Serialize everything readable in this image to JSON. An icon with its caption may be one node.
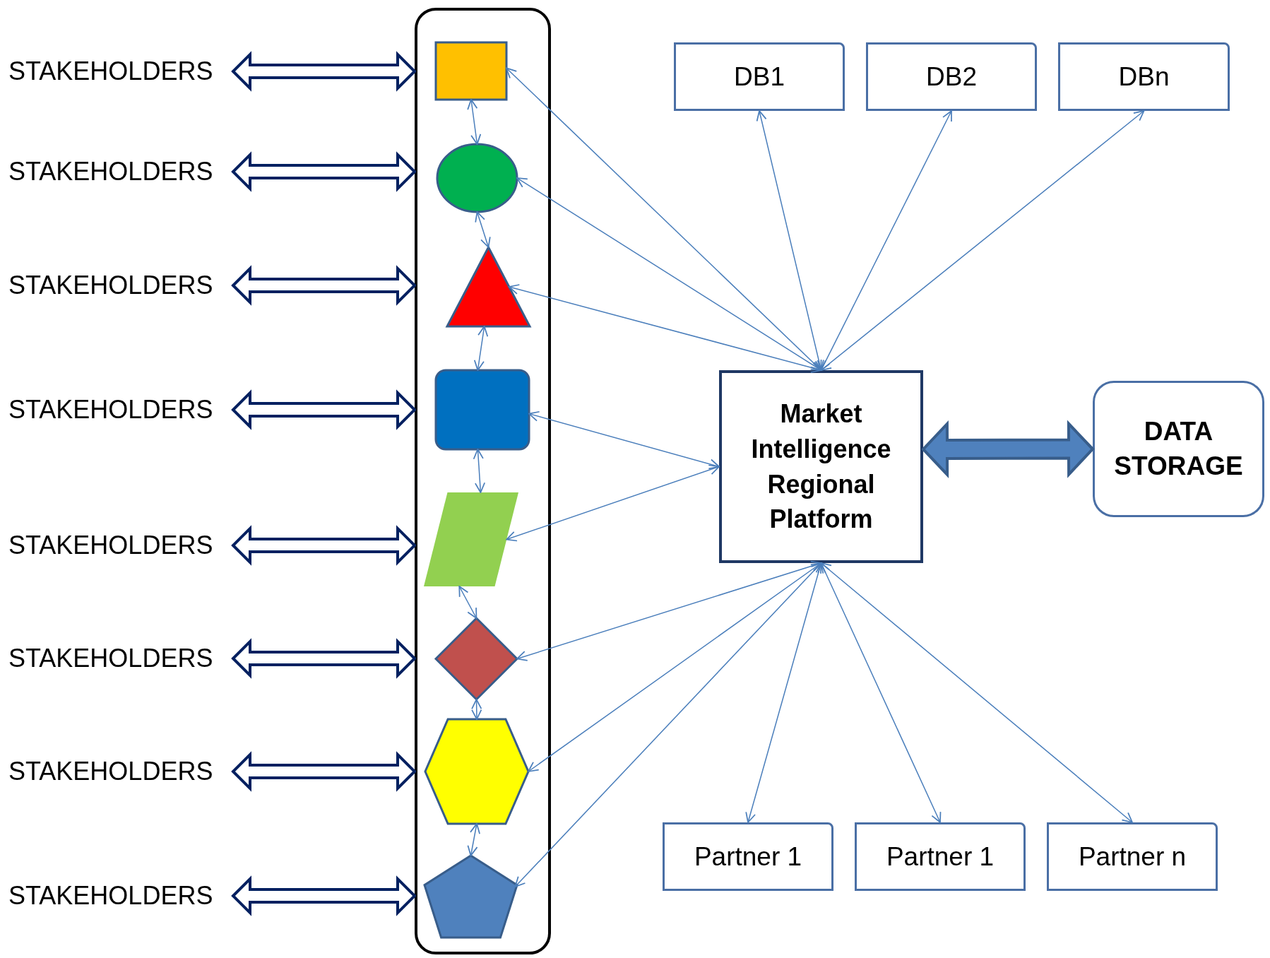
{
  "diagram": {
    "nodes": [
      {
        "text": [
          "STAKEHOLDERS"
        ]
      },
      {
        "text": [
          "STAKEHOLDERS"
        ]
      },
      {
        "text": [
          "STAKEHOLDERS"
        ]
      },
      {
        "text": [
          "STAKEHOLDERS"
        ]
      },
      {
        "text": [
          "STAKEHOLDERS"
        ]
      },
      {
        "text": [
          "STAKEHOLDERS"
        ]
      },
      {
        "text": [
          "STAKEHOLDERS"
        ]
      },
      {
        "text": [
          "STAKEHOLDERS"
        ]
      },
      {
        "text": [],
        "shape": "box"
      },
      {
        "text": [],
        "shape": "box",
        "in": 8
      },
      {
        "text": [],
        "shape": "circle",
        "in": 8
      },
      {
        "text": [],
        "shape": "triangle",
        "in": 8
      },
      {
        "text": [],
        "shape": "box",
        "in": 8
      },
      {
        "text": [],
        "shape": "parallelogram",
        "in": 8
      },
      {
        "text": [],
        "shape": "diamond",
        "in": 8
      },
      {
        "text": [],
        "shape": "hexagon",
        "in": 8
      },
      {
        "text": [],
        "shape": "pentagon",
        "in": 8
      },
      {
        "text": [
          "DB1"
        ]
      },
      {
        "text": [
          "DB2"
        ]
      },
      {
        "text": [
          "DBn"
        ]
      },
      {
        "text": [
          "Market Intelligence Regional Platform"
        ]
      },
      {
        "text": [
          "DATA STORAGE"
        ]
      },
      {
        "text": [
          "Partner 1"
        ]
      },
      {
        "text": [
          "Partner 1"
        ]
      },
      {
        "text": [
          "Partner n"
        ]
      }
    ],
    "edges": [
      {
        "from": 0,
        "to": 8,
        "arrow": "both",
        "style": "thick",
        "color": "#002060"
      },
      {
        "from": 1,
        "to": 8,
        "arrow": "both",
        "style": "thick",
        "color": "#002060"
      },
      {
        "from": 2,
        "to": 8,
        "arrow": "both",
        "style": "thick",
        "color": "#002060"
      },
      {
        "from": 3,
        "to": 8,
        "arrow": "both",
        "style": "thick",
        "color": "#002060"
      },
      {
        "from": 4,
        "to": 8,
        "arrow": "both",
        "style": "thick",
        "color": "#002060"
      },
      {
        "from": 5,
        "to": 8,
        "arrow": "both",
        "style": "thick",
        "color": "#002060"
      },
      {
        "from": 6,
        "to": 8,
        "arrow": "both",
        "style": "thick",
        "color": "#002060"
      },
      {
        "from": 7,
        "to": 8,
        "arrow": "both",
        "style": "thick",
        "color": "#002060"
      },
      {
        "from": 9,
        "to": 10,
        "arrow": "both"
      },
      {
        "from": 10,
        "to": 11,
        "arrow": "both"
      },
      {
        "from": 11,
        "to": 12,
        "arrow": "both"
      },
      {
        "from": 12,
        "to": 13,
        "arrow": "both"
      },
      {
        "from": 13,
        "to": 14,
        "arrow": "both"
      },
      {
        "from": 14,
        "to": 15,
        "arrow": "both"
      },
      {
        "from": 15,
        "to": 16,
        "arrow": "both"
      },
      {
        "from": 9,
        "to": 20,
        "arrow": "both"
      },
      {
        "from": 10,
        "to": 20,
        "arrow": "both"
      },
      {
        "from": 11,
        "to": 20,
        "arrow": "both"
      },
      {
        "from": 12,
        "to": 20,
        "arrow": "both"
      },
      {
        "from": 13,
        "to": 20,
        "arrow": "both"
      },
      {
        "from": 14,
        "to": 20,
        "arrow": "both"
      },
      {
        "from": 15,
        "to": 20,
        "arrow": "both"
      },
      {
        "from": 16,
        "to": 20,
        "arrow": "both"
      },
      {
        "from": 17,
        "to": 20,
        "arrow": "both"
      },
      {
        "from": 18,
        "to": 20,
        "arrow": "both"
      },
      {
        "from": 19,
        "to": 20,
        "arrow": "both"
      },
      {
        "from": 20,
        "to": 21,
        "arrow": "both",
        "style": "thick",
        "color": "#4f81bd"
      },
      {
        "from": 20,
        "to": 22,
        "arrow": "both"
      },
      {
        "from": 20,
        "to": 23,
        "arrow": "both"
      },
      {
        "from": 20,
        "to": 24,
        "arrow": "both"
      }
    ]
  }
}
